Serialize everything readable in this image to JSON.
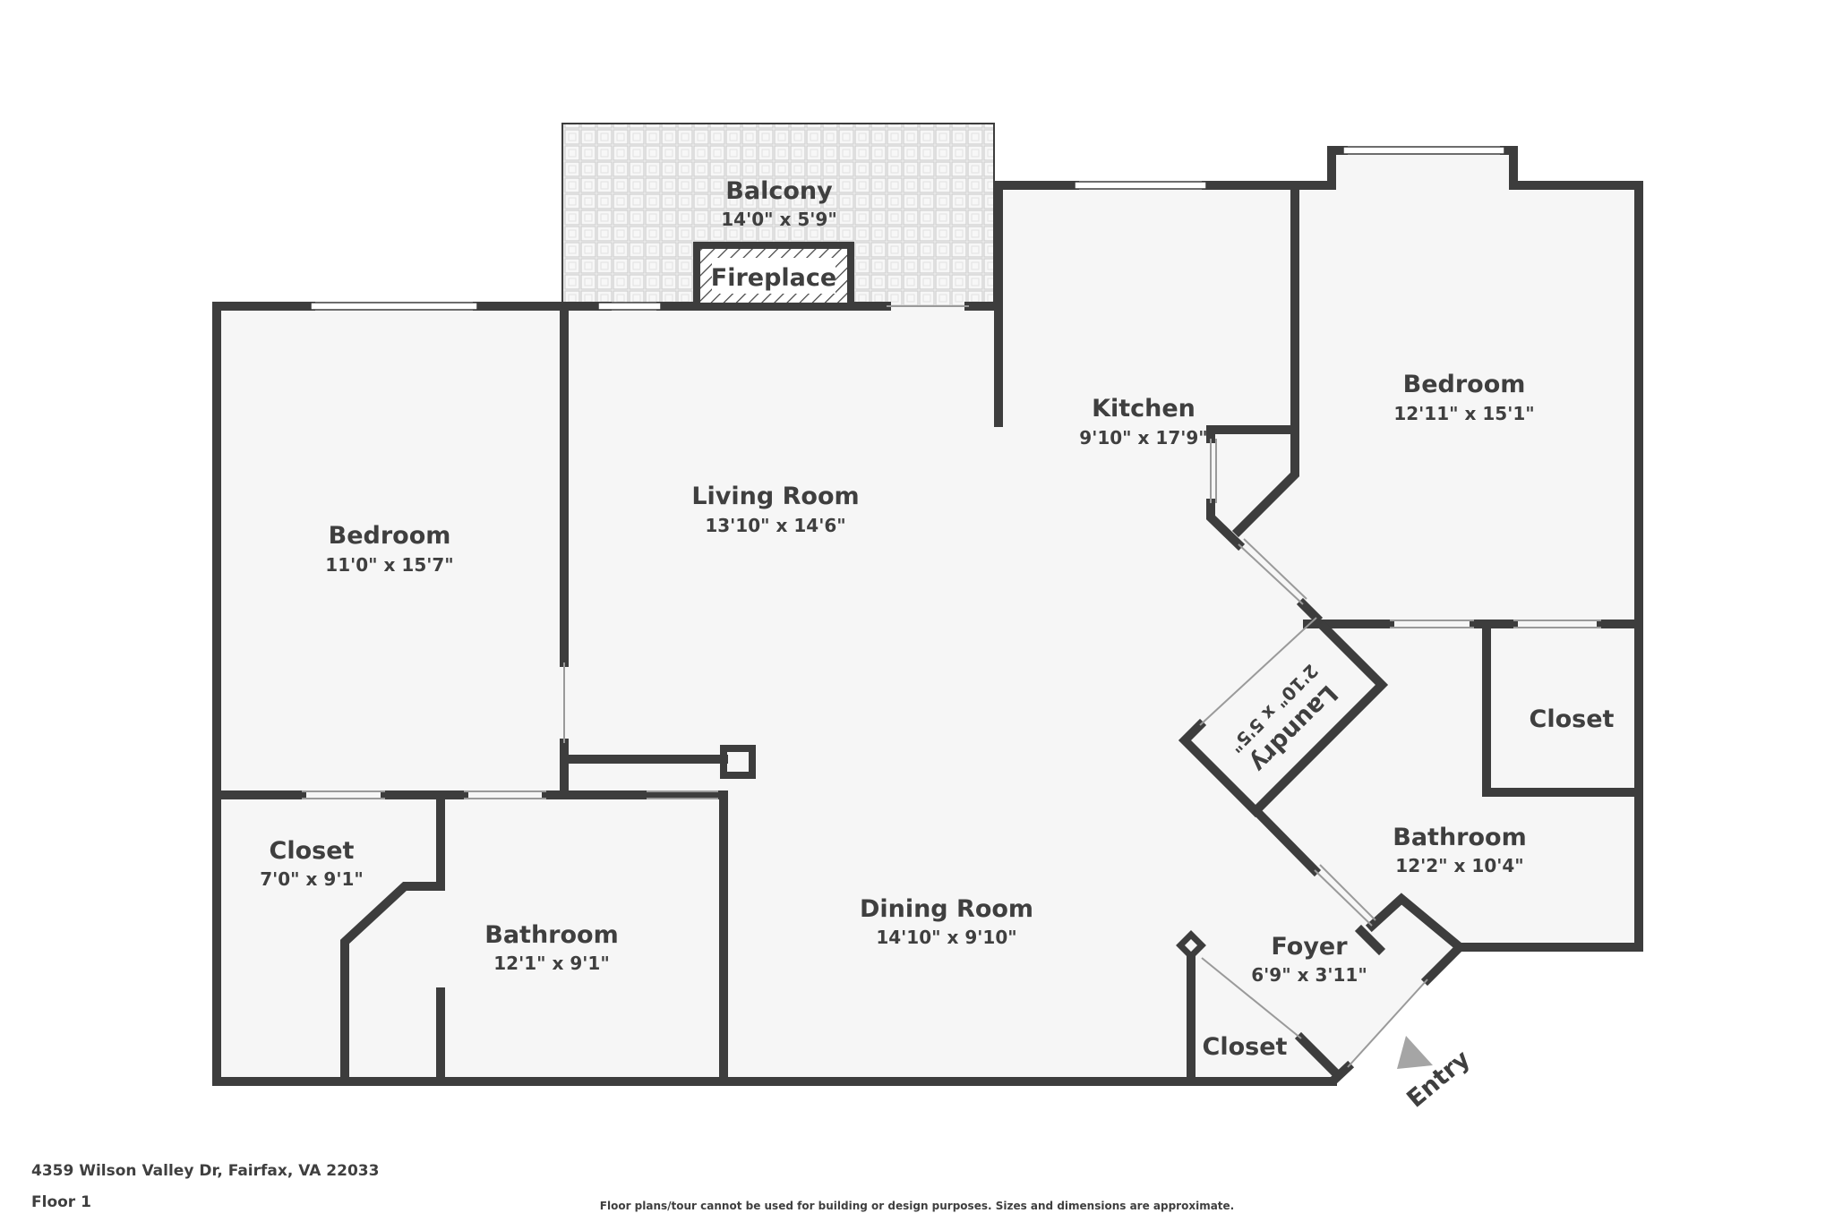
{
  "rooms": {
    "balcony": {
      "name": "Balcony",
      "dims": "14'0\" x 5'9\""
    },
    "fireplace": {
      "name": "Fireplace"
    },
    "bedroom_left": {
      "name": "Bedroom",
      "dims": "11'0\" x 15'7\""
    },
    "living": {
      "name": "Living Room",
      "dims": "13'10\" x 14'6\""
    },
    "kitchen": {
      "name": "Kitchen",
      "dims": "9'10\" x 17'9\""
    },
    "bedroom_right": {
      "name": "Bedroom",
      "dims": "12'11\" x 15'1\""
    },
    "laundry": {
      "name": "Laundry",
      "dims": "2'10\" x 5'5\""
    },
    "closet_right": {
      "name": "Closet"
    },
    "bathroom_right": {
      "name": "Bathroom",
      "dims": "12'2\" x 10'4\""
    },
    "closet_left": {
      "name": "Closet",
      "dims": "7'0\" x 9'1\""
    },
    "bathroom_left": {
      "name": "Bathroom",
      "dims": "12'1\" x 9'1\""
    },
    "dining": {
      "name": "Dining Room",
      "dims": "14'10\" x 9'10\""
    },
    "foyer": {
      "name": "Foyer",
      "dims": "6'9\" x 3'11\""
    },
    "closet_foyer": {
      "name": "Closet"
    }
  },
  "entry_label": "Entry",
  "footer": {
    "address": "4359 Wilson Valley Dr, Fairfax, VA 22033",
    "floor": "Floor 1",
    "disclaimer": "Floor plans/tour cannot be used for building or design purposes. Sizes and dimensions are approximate."
  },
  "colors": {
    "wall": "#3d3d3d",
    "floor": "#f6f6f6",
    "text": "#3f3f3f"
  }
}
